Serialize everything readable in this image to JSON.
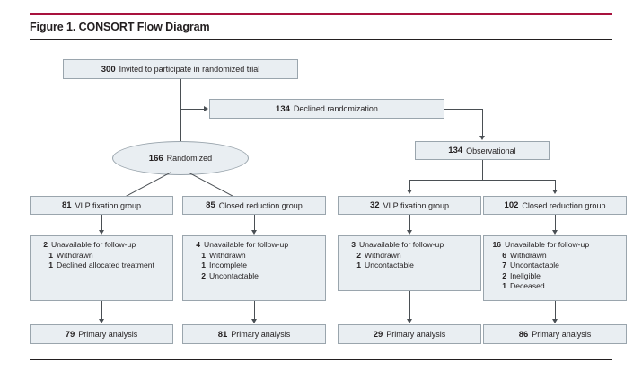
{
  "figure": {
    "title": "Figure 1. CONSORT Flow Diagram",
    "accent_color": "#a8123e",
    "rule_color": "#231f20",
    "node_fill": "#e9eef2",
    "node_border": "#9aa5ad",
    "connector_color": "#4a4f54"
  },
  "nodes": {
    "invited": {
      "n": "300",
      "label": "Invited to participate in randomized trial"
    },
    "declined": {
      "n": "134",
      "label": "Declined randomization"
    },
    "randomized": {
      "n": "166",
      "label": "Randomized"
    },
    "observational": {
      "n": "134",
      "label": "Observational"
    },
    "groups": [
      {
        "n": "81",
        "label": "VLP fixation group"
      },
      {
        "n": "85",
        "label": "Closed reduction group"
      },
      {
        "n": "32",
        "label": "VLP fixation group"
      },
      {
        "n": "102",
        "label": "Closed reduction group"
      }
    ],
    "losses": [
      {
        "head": {
          "n": "2",
          "label": "Unavailable for follow-up"
        },
        "items": [
          {
            "n": "1",
            "label": "Withdrawn"
          },
          {
            "n": "1",
            "label": "Declined allocated treatment"
          }
        ]
      },
      {
        "head": {
          "n": "4",
          "label": "Unavailable for follow-up"
        },
        "items": [
          {
            "n": "1",
            "label": "Withdrawn"
          },
          {
            "n": "1",
            "label": "Incomplete"
          },
          {
            "n": "2",
            "label": "Uncontactable"
          }
        ]
      },
      {
        "head": {
          "n": "3",
          "label": "Unavailable for follow-up"
        },
        "items": [
          {
            "n": "2",
            "label": "Withdrawn"
          },
          {
            "n": "1",
            "label": "Uncontactable"
          }
        ]
      },
      {
        "head": {
          "n": "16",
          "label": "Unavailable for follow-up"
        },
        "items": [
          {
            "n": "6",
            "label": "Withdrawn"
          },
          {
            "n": "7",
            "label": "Uncontactable"
          },
          {
            "n": "2",
            "label": "Ineligible"
          },
          {
            "n": "1",
            "label": "Deceased"
          }
        ]
      }
    ],
    "analyses": [
      {
        "n": "79",
        "label": "Primary analysis"
      },
      {
        "n": "81",
        "label": "Primary analysis"
      },
      {
        "n": "29",
        "label": "Primary analysis"
      },
      {
        "n": "86",
        "label": "Primary analysis"
      }
    ]
  }
}
